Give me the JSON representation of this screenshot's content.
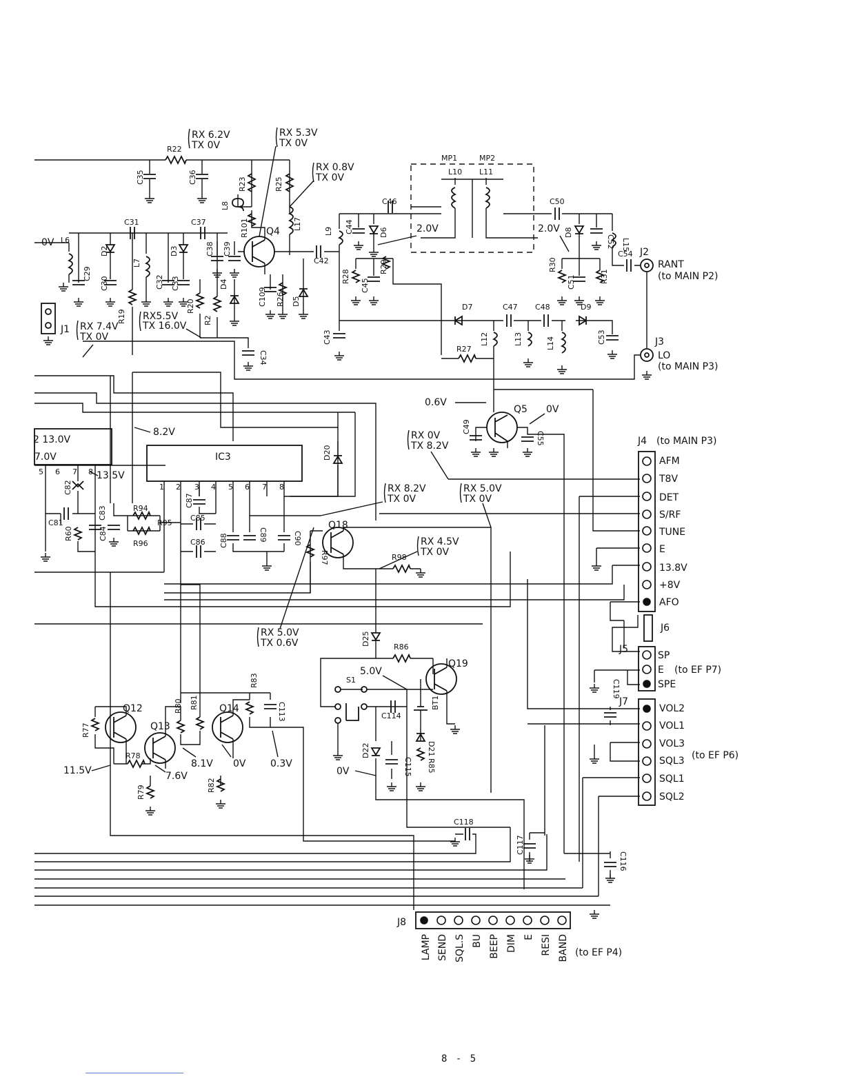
{
  "page_number": "8 - 5",
  "ic": {
    "name": "IC3",
    "pins": [
      "1",
      "2",
      "3",
      "4",
      "5",
      "6",
      "7",
      "8"
    ]
  },
  "left_block": {
    "label_a": "2 13.0V",
    "label_b": "7.0V",
    "pins": [
      "5",
      "6",
      "7",
      "8"
    ],
    "v13_5": "13.5V"
  },
  "voltages": {
    "rx62": "RX 6.2V",
    "tx0_a": "TX 0V",
    "rx53": "RX 5.3V",
    "tx0_b": "TX 0V",
    "rx08": "RX 0.8V",
    "tx0_c": "TX 0V",
    "v0_l6": "0V",
    "d6_2v": "2.0V",
    "d8_2v": "2.0V",
    "rx74": "RX 7.4V",
    "tx0_d": "TX 0V",
    "rx55": "RX5.5V",
    "tx16": "TX 16.0V",
    "v82": "8.2V",
    "q5_06": "0.6V",
    "q5_0": "0V",
    "rx0_q5": "RX 0V",
    "tx82_q5": "TX 8.2V",
    "rx82": "RX 8.2V",
    "tx0_e": "TX 0V",
    "rx50": "RX 5.0V",
    "tx0_f": "TX 0V",
    "rx45": "RX 4.5V",
    "tx0_g": "TX 0V",
    "rx50b": "RX 5.0V",
    "tx06": "TX 0.6V",
    "v50": "5.0V",
    "v115": "11.5V",
    "v76": "7.6V",
    "v81": "8.1V",
    "v0_q14": "0V",
    "v03": "0.3V",
    "v0_d22": "0V"
  },
  "components": {
    "R22": "R22",
    "C35": "C35",
    "C36": "C36",
    "R23": "R23",
    "R25": "R25",
    "L8": "L8",
    "R101": "R101",
    "Q4": "Q4",
    "L17": "L17",
    "L6": "L6",
    "C29": "C29",
    "C30": "C30",
    "D2": "D2",
    "C31": "C31",
    "L7": "L7",
    "C32": "C32",
    "D3": "D3",
    "C33": "C33",
    "C37": "C37",
    "C38": "C38",
    "C39": "C39",
    "R19": "R19",
    "R20": "R20",
    "R2": "R2",
    "D4": "D4",
    "C109": "C109",
    "R26": "R26",
    "D5": "D5",
    "C42": "C42",
    "L9": "L9",
    "C44": "C44",
    "D6": "D6",
    "C46": "C46",
    "R28": "R28",
    "C45": "C45",
    "R29": "R29",
    "C43": "C43",
    "C34": "C34",
    "MP1": "MP1",
    "MP2": "MP2",
    "L10": "L10",
    "L11": "L11",
    "C50": "C50",
    "D8": "D8",
    "C52": "C52",
    "L15": "L15",
    "R30": "R30",
    "C51": "C51",
    "R31": "R31",
    "C54": "C54",
    "D7": "D7",
    "C47": "C47",
    "C48": "C48",
    "D9": "D9",
    "L12": "L12",
    "L13": "L13",
    "L14": "L14",
    "C53": "C53",
    "R27": "R27",
    "Q5": "Q5",
    "C49": "C49",
    "C55": "C55",
    "D20": "D20",
    "C82": "C82",
    "C81": "C81",
    "R60": "R60",
    "C83": "C83",
    "C84": "C84",
    "R94": "R94",
    "R96": "R96",
    "R95": "R95",
    "C87": "C87",
    "C85": "C85",
    "C86": "C86",
    "C88": "C88",
    "C89": "C89",
    "C90": "C90",
    "Q18": "Q18",
    "R97": "R97",
    "R98": "R98",
    "D25": "D25",
    "R86": "R86",
    "Q19": "Q19",
    "S1": "S1",
    "C114": "C114",
    "BT1": "BT1",
    "D22": "D22",
    "C115": "C115",
    "D21": "D21",
    "R85": "R85",
    "Q12": "Q12",
    "R77": "R77",
    "Q13": "Q13",
    "R78": "R78",
    "R79": "R79",
    "R80": "R80",
    "R81": "R81",
    "Q14": "Q14",
    "R82": "R82",
    "R83": "R83",
    "C113": "C113",
    "C118": "C118",
    "C117": "C117",
    "C116": "C116",
    "C119": "C119",
    "J1": "J1"
  },
  "j2": {
    "name": "J2",
    "label": "RANT",
    "sub": "(to MAIN P2)"
  },
  "j3": {
    "name": "J3",
    "label": "LO",
    "sub": "(to MAIN P3)"
  },
  "j4": {
    "name": "J4",
    "sub": "(to MAIN P3)",
    "pins": [
      "AFM",
      "T8V",
      "DET",
      "S/RF",
      "TUNE",
      "E",
      "13.8V",
      "+8V",
      "AFO"
    ]
  },
  "j6": {
    "name": "J6"
  },
  "j5": {
    "name": "J5",
    "pins": [
      "SP",
      "E",
      "SPE"
    ],
    "sub": "(to EF P7)"
  },
  "j7": {
    "name": "J7",
    "pins": [
      "VOL2",
      "VOL1",
      "VOL3",
      "SQL3",
      "SQL1",
      "SQL2"
    ],
    "sub": "(to EF P6)"
  },
  "j8": {
    "name": "J8",
    "pins": [
      "LAMP",
      "SEND",
      "SQL.S",
      "BU",
      "BEEP",
      "DIM",
      "E",
      "RESI",
      "BAND"
    ],
    "sub": "(to EF P4)"
  }
}
